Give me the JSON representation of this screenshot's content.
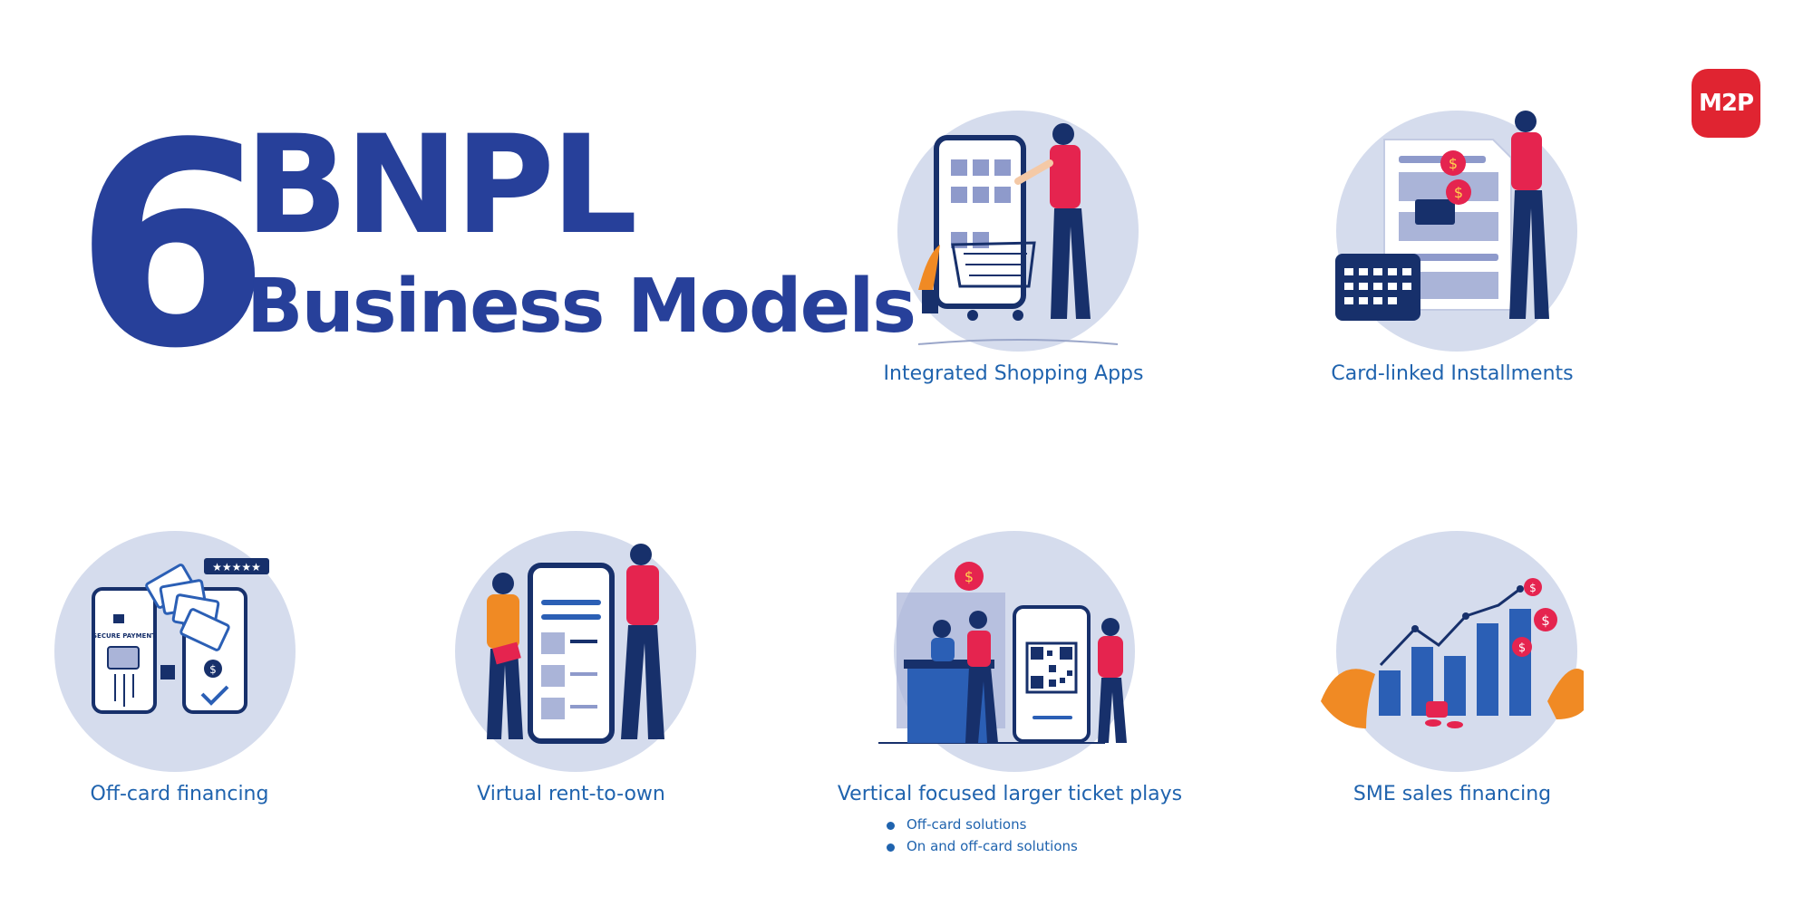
{
  "header": {
    "number": "6",
    "title_line1": "BNPL",
    "title_line2": "Business Models"
  },
  "logo": {
    "text": "M2P",
    "color": "#e02431"
  },
  "colors": {
    "primary": "#27409a",
    "label": "#1f63ae",
    "circle": "#d5dced",
    "accent_red": "#e5244f",
    "navy": "#17306b",
    "orange": "#f08a24"
  },
  "models": [
    {
      "label": "Integrated Shopping Apps",
      "icon": "shopping-cart-phone-icon"
    },
    {
      "label": "Card-linked Installments",
      "icon": "card-installment-calendar-icon"
    },
    {
      "label": "Off-card financing",
      "icon": "secure-payment-phones-icon"
    },
    {
      "label": "Virtual rent-to-own",
      "icon": "rent-to-own-phone-icon"
    },
    {
      "label": "Vertical focused larger ticket plays",
      "icon": "qr-checkout-store-icon",
      "bullets": [
        "Off-card solutions",
        "On and off-card solutions"
      ]
    },
    {
      "label": "SME sales financing",
      "icon": "growth-bar-chart-icon"
    }
  ]
}
